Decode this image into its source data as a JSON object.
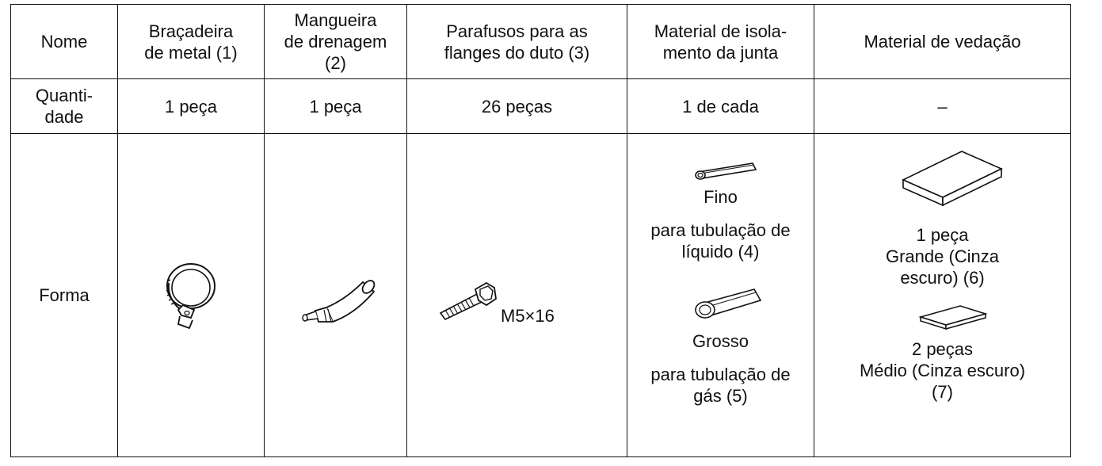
{
  "table": {
    "header": {
      "name": "Nome",
      "col1": [
        "Braçadeira",
        "de metal (1)"
      ],
      "col2": [
        "Mangueira",
        "de drenagem",
        "(2)"
      ],
      "col3": [
        "Parafusos para as",
        "flanges do duto (3)"
      ],
      "col4": [
        "Material de isola-",
        "mento da junta"
      ],
      "col5": "Material de vedação"
    },
    "quantity": {
      "label": [
        "Quanti-",
        "dade"
      ],
      "col1": "1 peça",
      "col2": "1 peça",
      "col3": "26 peças",
      "col4": "1 de cada",
      "col5": "–"
    },
    "shape": {
      "label": "Forma",
      "col1_icon": "metal-clamp-icon",
      "col2_icon": "drain-hose-icon",
      "col3_icon": "screw-icon",
      "col3_size": "M5×16",
      "col4": {
        "thin_icon": "thin-insulation-tube-icon",
        "thin_label": "Fino",
        "thin_desc": [
          "para tubulação de",
          "líquido (4)"
        ],
        "thick_icon": "thick-insulation-tube-icon",
        "thick_label": "Grosso",
        "thick_desc": [
          "para tubulação de",
          "gás (5)"
        ]
      },
      "col5": {
        "large_icon": "large-sealing-pad-icon",
        "large_qty": "1 peça",
        "large_desc": [
          "Grande (Cinza",
          "escuro) (6)"
        ],
        "medium_icon": "medium-sealing-pad-icon",
        "medium_qty": "2 peças",
        "medium_desc": [
          "Médio (Cinza escuro)",
          "(7)"
        ]
      }
    }
  }
}
